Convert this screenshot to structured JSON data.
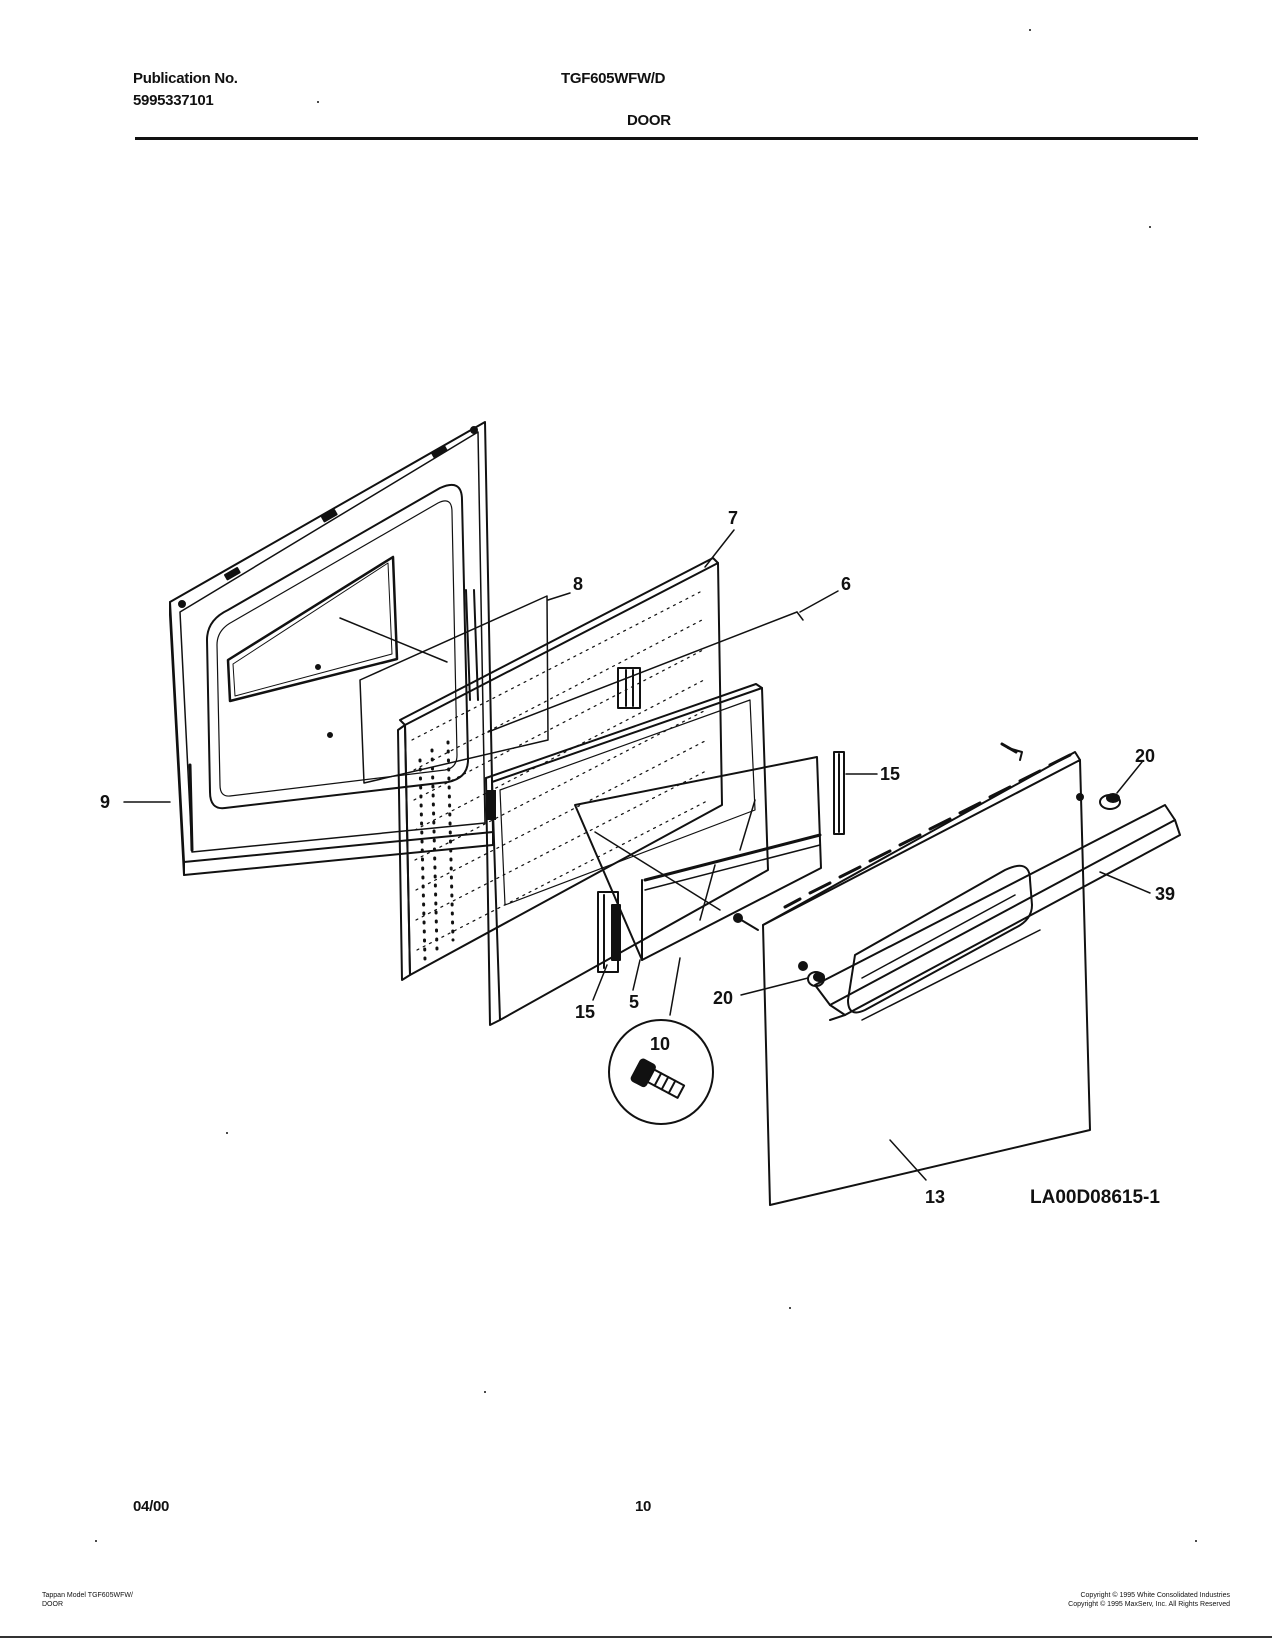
{
  "header": {
    "publication_label": "Publication No.",
    "publication_number": "5995337101",
    "model": "TGF605WFW/D",
    "section": "DOOR"
  },
  "callouts": {
    "c7": "7",
    "c8": "8",
    "c6": "6",
    "c9": "9",
    "c15a": "15",
    "c20a": "20",
    "c39": "39",
    "c15b": "15",
    "c5": "5",
    "c20b": "20",
    "c10": "10",
    "c13": "13"
  },
  "diagram_code": "LA00D08615-1",
  "footer": {
    "date": "04/00",
    "page": "10",
    "left_line1": "Tappan Model TGF605WFW/",
    "left_line2": "DOOR",
    "right_line1": "Copyright © 1995 White Consolidated Industries",
    "right_line2": "Copyright © 1995 MaxServ, Inc.  All Rights Reserved"
  }
}
